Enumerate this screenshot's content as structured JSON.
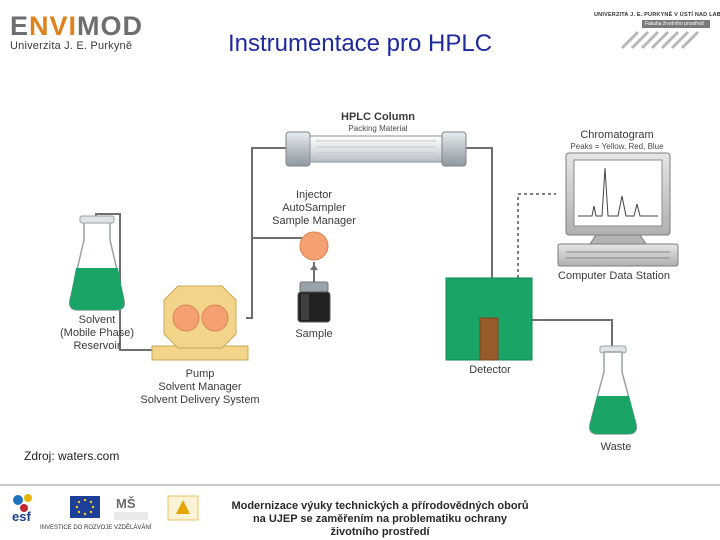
{
  "header": {
    "logo_left_main_a": "E",
    "logo_left_main_hl": "NVI",
    "logo_left_main_b": "MOD",
    "logo_left_sub": "Univerzita J. E. Purkyně",
    "logo_right_line": "UNIVERZITA J. E. PURKYNĚ V ÚSTÍ NAD LABEM",
    "logo_right_band": "Fakulta životního prostředí",
    "title": "Instrumentace pro HPLC"
  },
  "diagram": {
    "hplc_column": {
      "title": "HPLC Column",
      "subtitle": "Packing Material"
    },
    "injector": {
      "line1": "Injector",
      "line2": "AutoSampler",
      "line3": "Sample Manager"
    },
    "sample": "Sample",
    "chromatogram": {
      "title": "Chromatogram",
      "subtitle": "Peaks = Yellow, Red, Blue"
    },
    "computer": "Computer Data Station",
    "solvent": {
      "line1": "Solvent",
      "line2": "(Mobile Phase)",
      "line3": "Reservoir"
    },
    "pump": {
      "line1": "Pump",
      "line2": "Solvent Manager",
      "line3": "Solvent Delivery System"
    },
    "detector": "Detector",
    "waste": "Waste",
    "colors": {
      "green": "#1aa567",
      "pump_body": "#f3d58a",
      "pump_head": "#f4a071",
      "column_steel": "#c7cdd2",
      "line": "#6f6f6f",
      "detector_cell": "#9a5b2b"
    }
  },
  "source": "Zdroj: waters.com",
  "footer": {
    "line1": "Modernizace výuky technických a přírodovědných oborů",
    "line2": "na UJEP se zaměřením na problematiku ochrany",
    "line3": "životního prostředí",
    "bottom": "INVESTICE DO ROZVOJE VZDĚLÁVÁNÍ"
  }
}
